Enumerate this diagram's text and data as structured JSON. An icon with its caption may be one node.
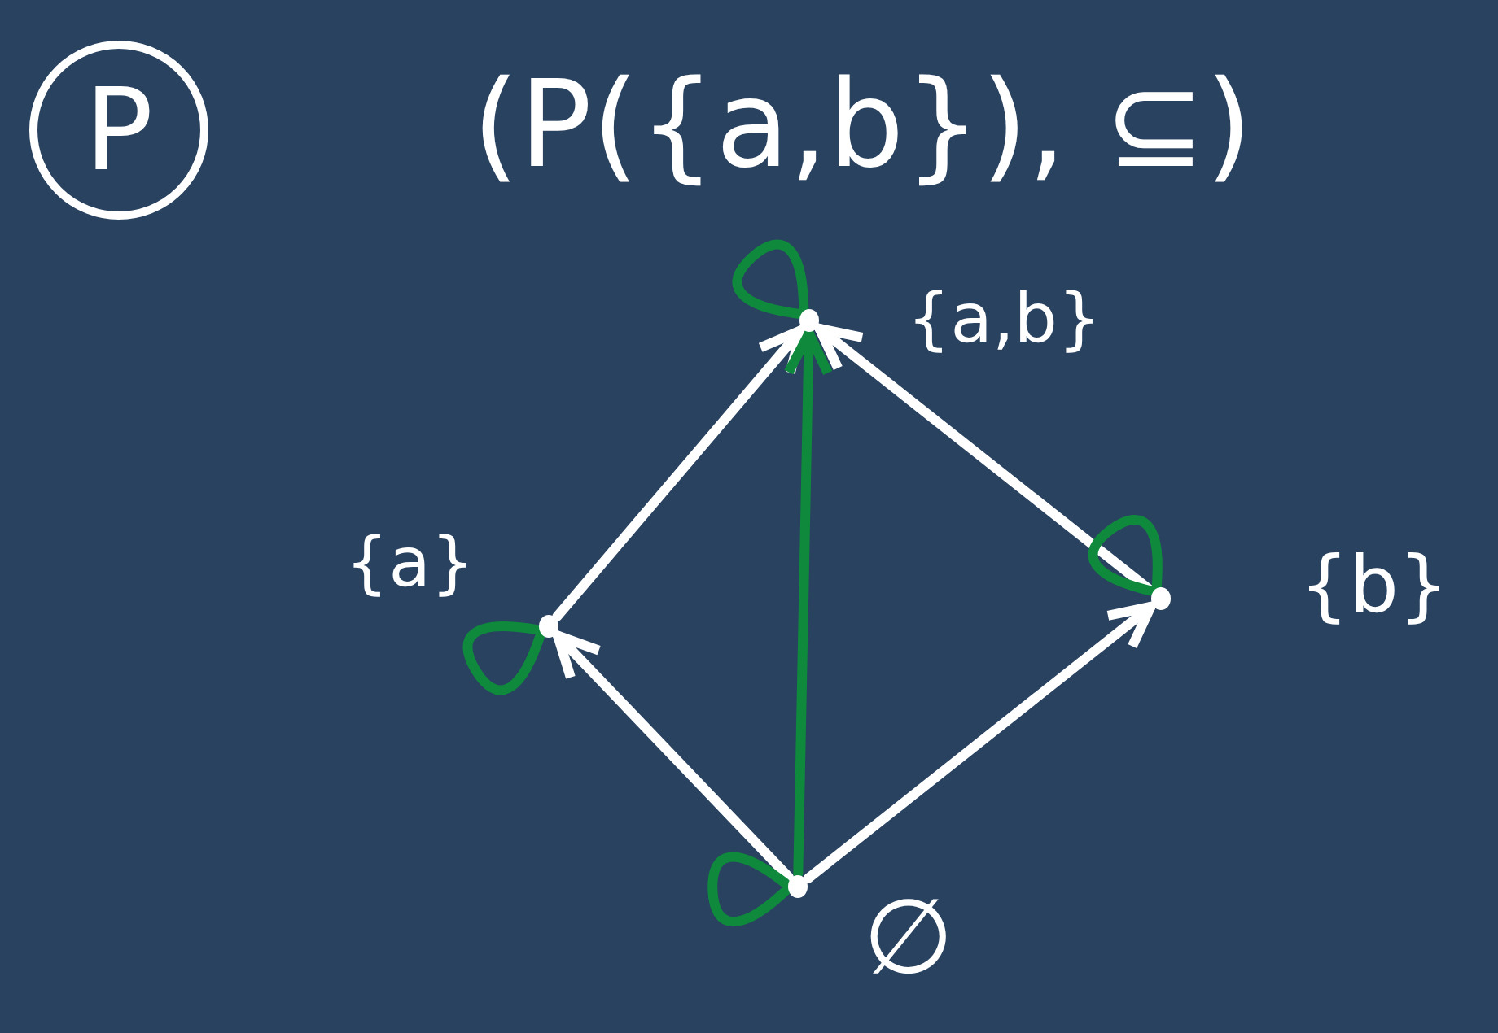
{
  "diagram": {
    "title": "(P({a,b}), ⊆)",
    "nodes": [
      {
        "text": [],
        "shape": "circle",
        "beside": [
          "{a,b}"
        ]
      },
      {
        "text": [],
        "shape": "circle",
        "beside": [
          "{a}"
        ]
      },
      {
        "text": [],
        "shape": "circle",
        "beside": [
          "{b}"
        ]
      },
      {
        "text": [],
        "shape": "circle",
        "beside": [
          "∅"
        ]
      }
    ],
    "edges": [
      {
        "from": 1,
        "to": 0,
        "arrow": "to",
        "color": "#ffffff"
      },
      {
        "from": 2,
        "to": 0,
        "arrow": "to",
        "color": "#ffffff"
      },
      {
        "from": 3,
        "to": 1,
        "arrow": "to",
        "color": "#ffffff"
      },
      {
        "from": 3,
        "to": 2,
        "arrow": "to",
        "color": "#ffffff"
      },
      {
        "from": 3,
        "to": 0,
        "arrow": "to",
        "color": "#0f8a3c"
      },
      {
        "from": 0,
        "to": 0,
        "arrow": "none",
        "color": "#0f8a3c"
      },
      {
        "from": 1,
        "to": 1,
        "arrow": "none",
        "color": "#0f8a3c"
      },
      {
        "from": 2,
        "to": 2,
        "arrow": "none",
        "color": "#0f8a3c"
      },
      {
        "from": 3,
        "to": 3,
        "arrow": "none",
        "color": "#0f8a3c"
      }
    ],
    "labels": [
      "P"
    ]
  }
}
